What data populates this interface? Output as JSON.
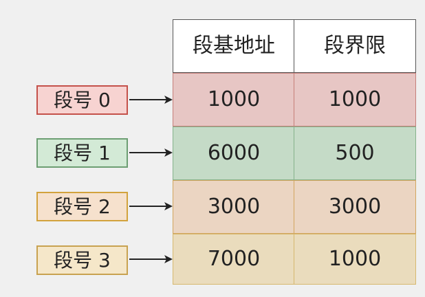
{
  "table": {
    "headers": [
      "段基地址",
      "段界限"
    ],
    "rows": [
      {
        "segment": "段号 0",
        "base": "1000",
        "limit": "1000",
        "fill": "#e7c6c4",
        "border": "#c57e79",
        "label_fill": "#f7d3d1",
        "label_border": "#c4514a"
      },
      {
        "segment": "段号 1",
        "base": "6000",
        "limit": "500",
        "fill": "#c5dbc7",
        "border": "#86b28b",
        "label_fill": "#d3ead6",
        "label_border": "#6c9e72"
      },
      {
        "segment": "段号 2",
        "base": "3000",
        "limit": "3000",
        "fill": "#ebd5c2",
        "border": "#d2a55e",
        "label_fill": "#f6e1cd",
        "label_border": "#d2a23c"
      },
      {
        "segment": "段号 3",
        "base": "7000",
        "limit": "1000",
        "fill": "#eadcbd",
        "border": "#d6b86e",
        "label_fill": "#f5e7c9",
        "label_border": "#c8a250"
      }
    ]
  },
  "colors": {
    "background": "#f0f0f0",
    "header_fill": "#ffffff",
    "header_border": "#555555",
    "arrow": "#222222"
  }
}
